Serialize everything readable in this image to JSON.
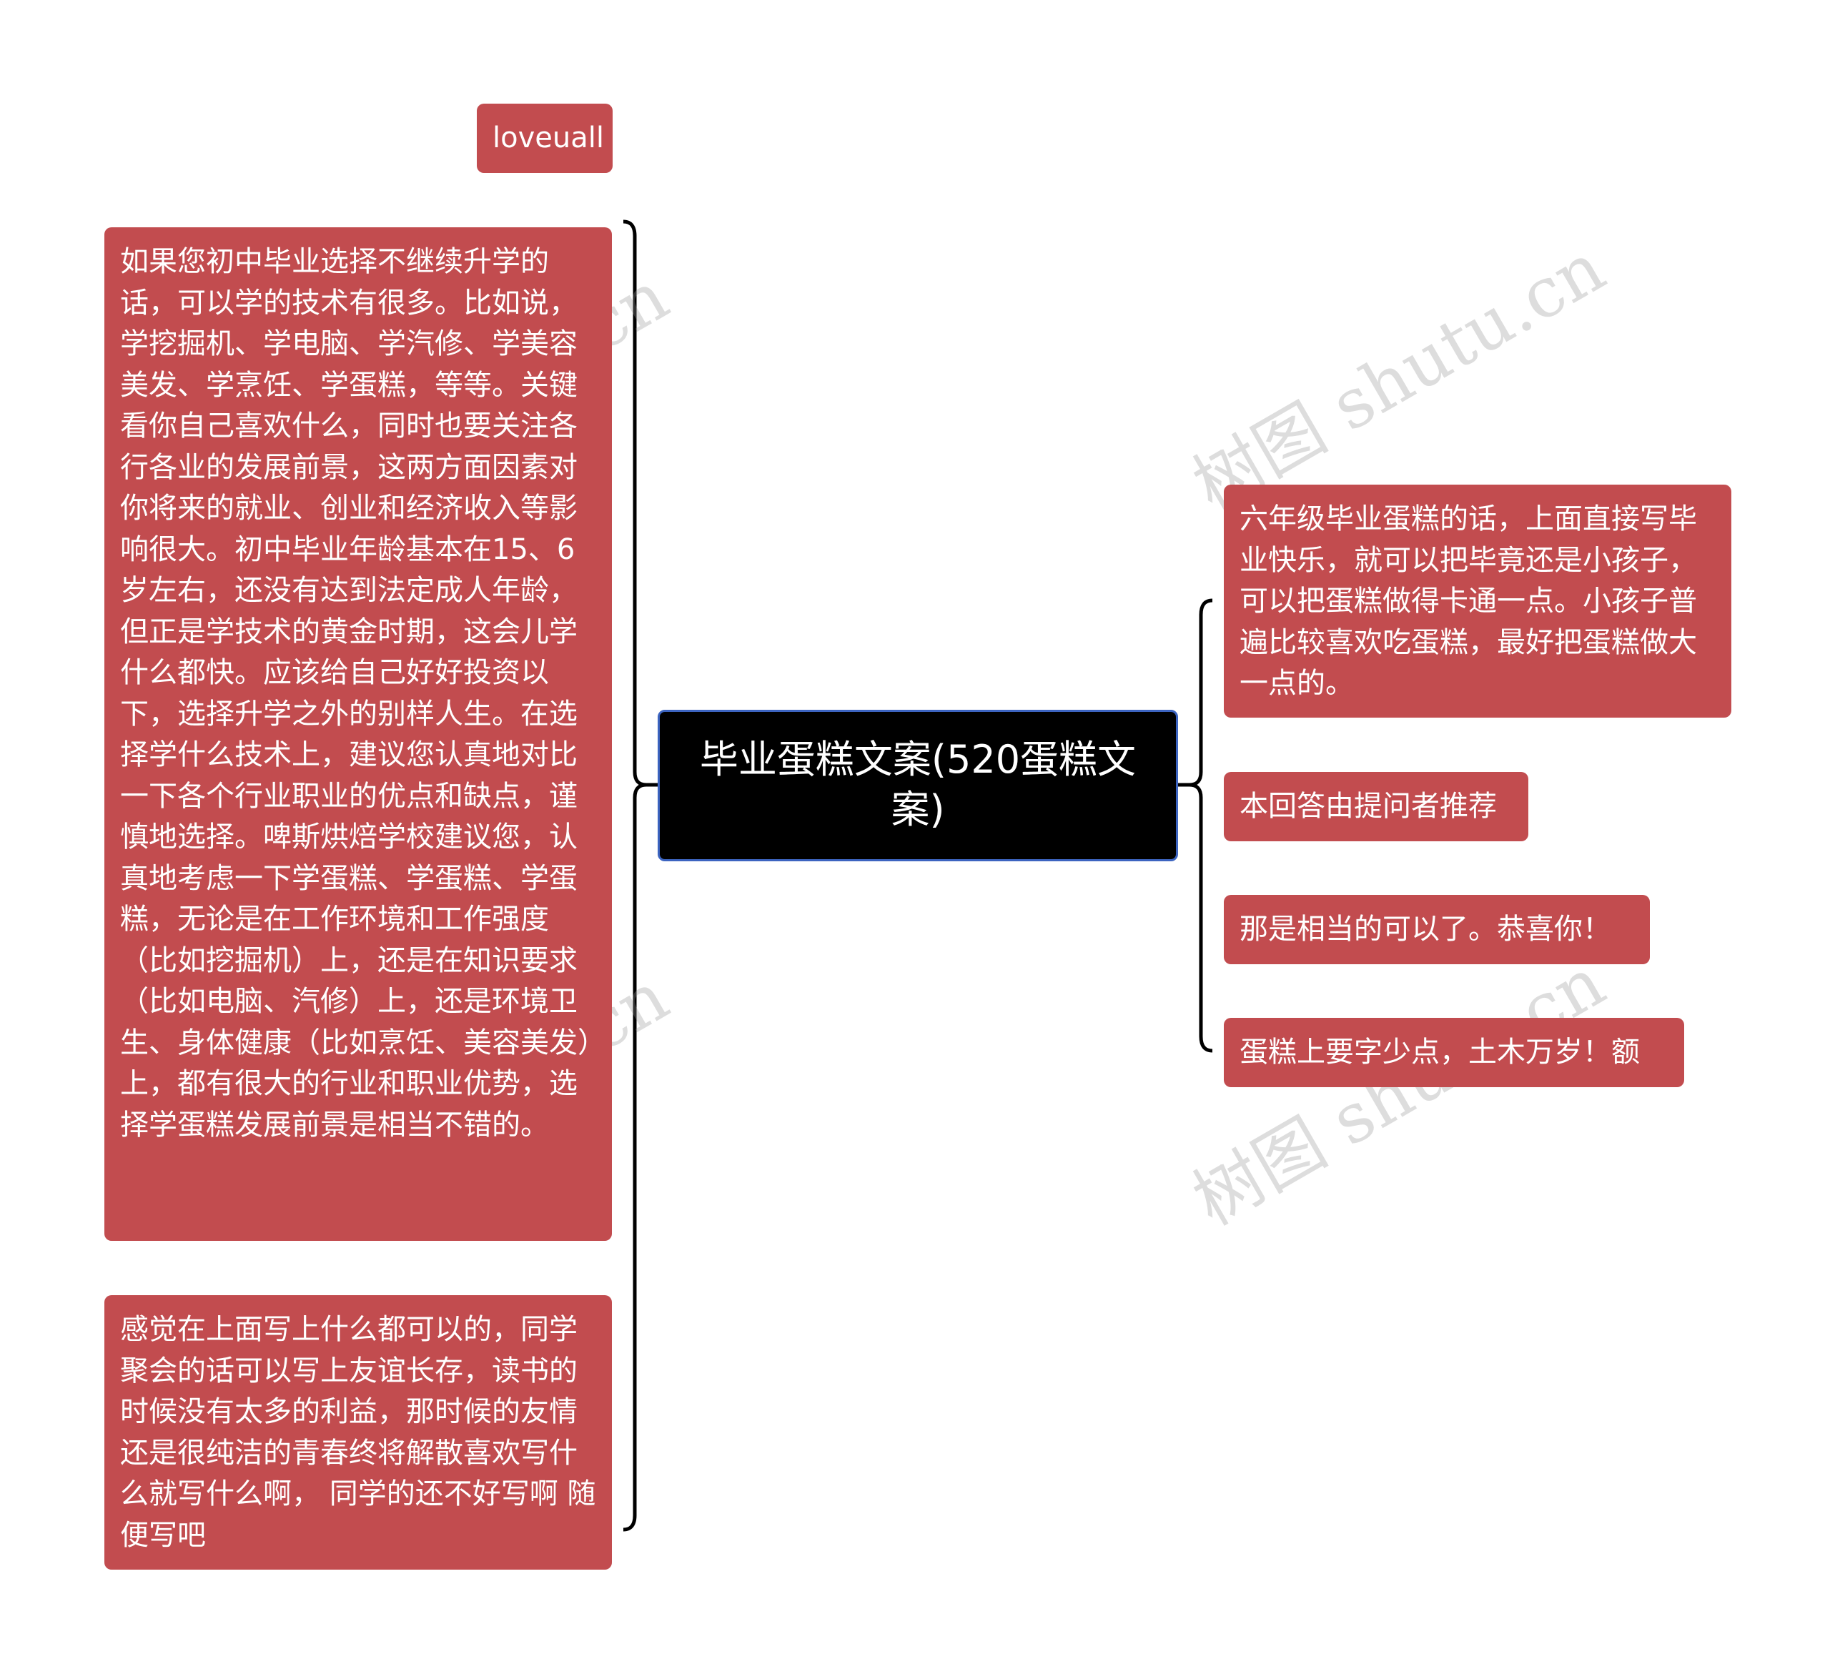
{
  "root": {
    "title": "毕业蛋糕文案(520蛋糕文案)"
  },
  "left_branch": {
    "label": "loveuall",
    "children": [
      "如果您初中毕业选择不继续升学的话，可以学的技术有很多。比如说，学挖掘机、学电脑、学汽修、学美容美发、学烹饪、学蛋糕，等等。关键看你自己喜欢什么，同时也要关注各行各业的发展前景，这两方面因素对你将来的就业、创业和经济收入等影响很大。初中毕业年龄基本在15、6岁左右，还没有达到法定成人年龄，但正是学技术的黄金时期，这会儿学什么都快。应该给自己好好投资以下，选择升学之外的别样人生。在选择学什么技术上，建议您认真地对比一下各个行业职业的优点和缺点，谨慎地选择。啤斯烘焙学校建议您，认真地考虑一下学蛋糕、学蛋糕、学蛋糕，无论是在工作环境和工作强度（比如挖掘机）上，还是在知识要求（比如电脑、汽修）上，还是环境卫生、身体健康（比如烹饪、美容美发）上，都有很大的行业和职业优势，选择学蛋糕发展前景是相当不错的。",
      "感觉在上面写上什么都可以的，同学聚会的话可以写上友谊长存，读书的时候没有太多的利益，那时候的友情还是很纯洁的青春终将解散喜欢写什么就写什么啊， 同学的还不好写啊 随便写吧"
    ]
  },
  "right_branch": {
    "children": [
      "六年级毕业蛋糕的话，上面直接写毕业快乐，就可以把毕竟还是小孩子，可以把蛋糕做得卡通一点。小孩子普遍比较喜欢吃蛋糕，最好把蛋糕做大一点的。",
      "本回答由提问者推荐",
      "那是相当的可以了。恭喜你！",
      "蛋糕上要字少点，土木万岁！额"
    ]
  },
  "watermark": {
    "text": "树图 shutu.cn"
  },
  "colors": {
    "node_fill": "#c24c4f",
    "root_fill": "#000000",
    "root_border": "#3c64c0",
    "connector": "#000000"
  }
}
